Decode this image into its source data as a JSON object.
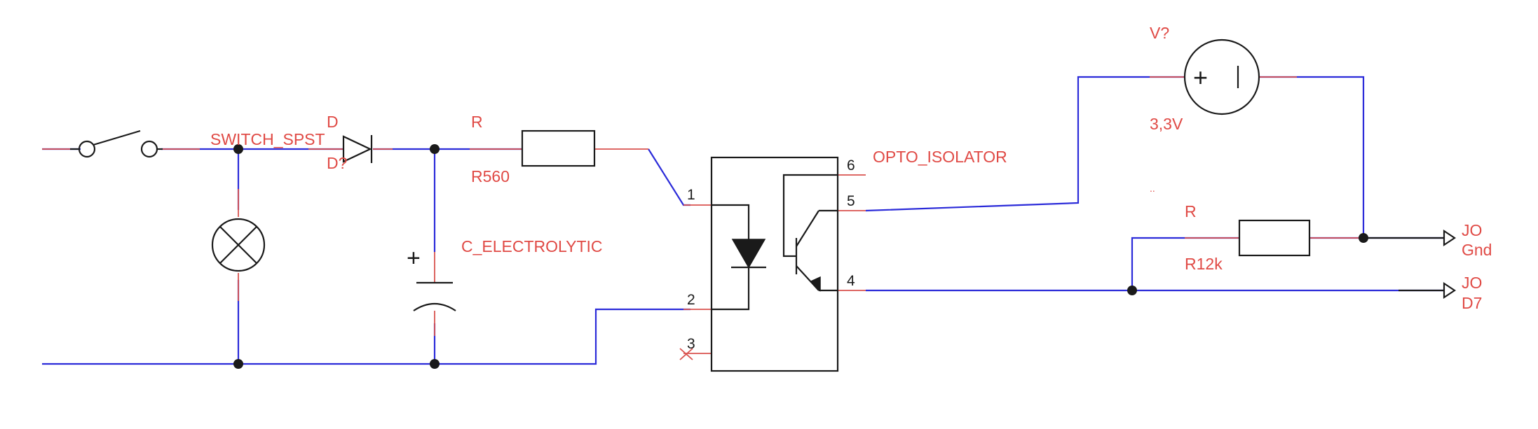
{
  "labels": {
    "switch": "SWITCH_SPST",
    "diode_value": "D",
    "diode_ref": "D?",
    "r1_value": "R",
    "r1_ref": "R560",
    "capacitor": "C_ELECTROLYTIC",
    "opto": "OPTO_ISOLATOR",
    "vsource_ref": "V?",
    "vsource_value": "3,3V",
    "r2_value": "R",
    "r2_ref": "R12k",
    "port1_line1": "JO",
    "port1_line2": "Gnd",
    "port2_line1": "JO",
    "port2_line2": "D7",
    "stray_mark": ".."
  },
  "opto_pins": [
    "1",
    "2",
    "3",
    "4",
    "5",
    "6"
  ],
  "symbols": {
    "capacitor_plus": "+",
    "vsource_plus": "+"
  },
  "colors": {
    "wire": "#2b2bd9",
    "pin": "#d9534f",
    "label": "#e04a45",
    "component": "#1a1a1a"
  }
}
